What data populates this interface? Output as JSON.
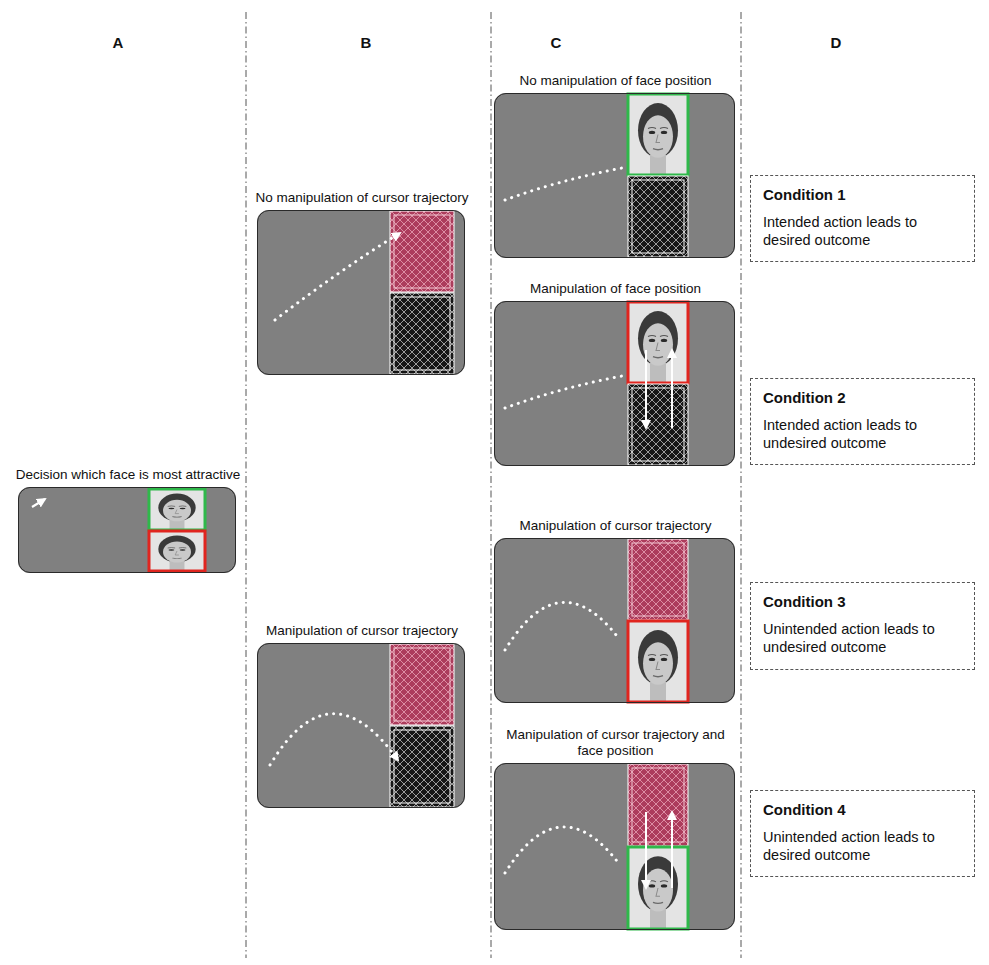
{
  "diagram": {
    "nodes": [
      {
        "text": [
          "Decision which face is most attractive"
        ]
      },
      {
        "text": [
          "No manipulation of cursor trajectory"
        ]
      },
      {
        "text": [
          "Manipulation of cursor trajectory"
        ]
      },
      {
        "text": [
          "No manipulation of face position"
        ]
      },
      {
        "text": [
          "Manipulation of face position"
        ]
      },
      {
        "text": [
          "Manipulation of cursor trajectory"
        ]
      },
      {
        "text": [
          "Manipulation of cursor trajectory and face position"
        ]
      },
      {
        "text": [
          "Condition 1",
          "Intended action leads to desired outcome"
        ]
      },
      {
        "text": [
          "Condition 2",
          "Intended action leads to undesired outcome"
        ]
      },
      {
        "text": [
          "Condition 3",
          "Unintended action leads to undesired outcome"
        ]
      },
      {
        "text": [
          "Condition 4",
          "Unintended action leads to desired outcome"
        ]
      }
    ],
    "labels": [
      "A",
      "B",
      "C",
      "D"
    ]
  }
}
